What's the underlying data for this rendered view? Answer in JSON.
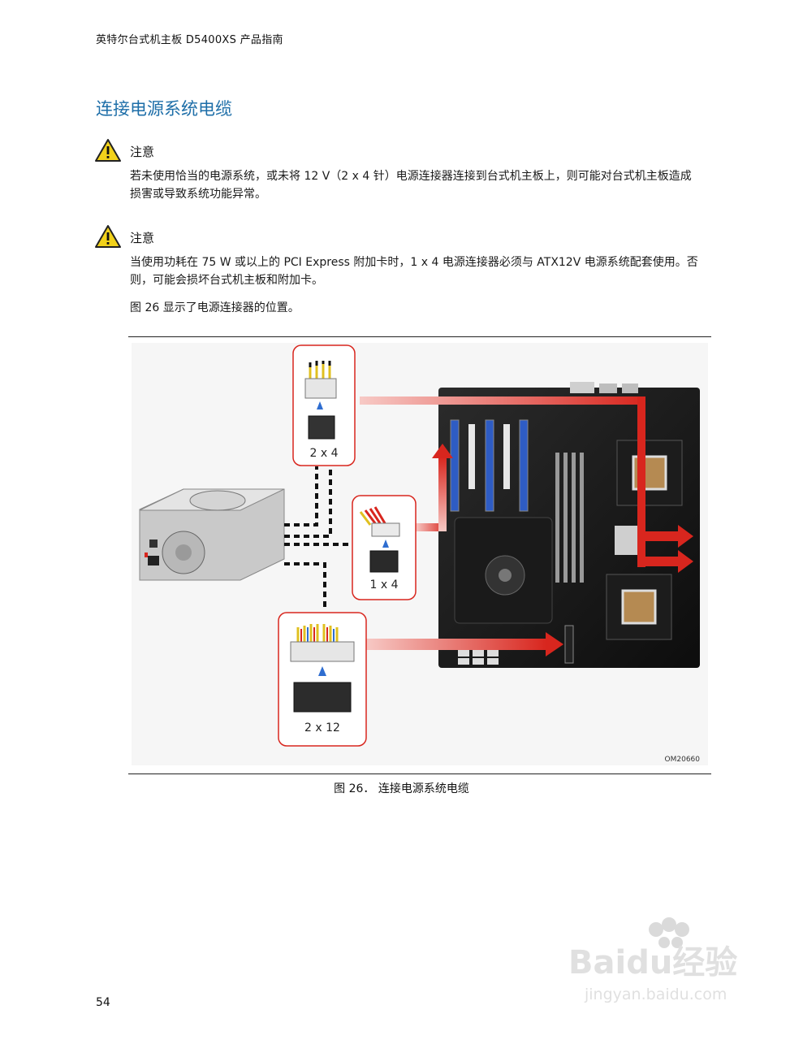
{
  "header": {
    "running_title": "英特尔台式机主板 D5400XS 产品指南"
  },
  "section": {
    "title": "连接电源系统电缆"
  },
  "cautions": [
    {
      "label": "注意",
      "text": "若未使用恰当的电源系统，或未将 12 V（2 x 4 针）电源连接器连接到台式机主板上，则可能对台式机主板造成损害或导致系统功能异常。"
    },
    {
      "label": "注意",
      "text": "当使用功耗在 75 W 或以上的 PCI Express 附加卡时，1 x 4 电源连接器必须与 ATX12V 电源系统配套使用。否则，可能会损坏台式机主板和附加卡。"
    }
  ],
  "intro": {
    "text": "图 26 显示了电源连接器的位置。"
  },
  "figure": {
    "connector_labels": [
      "2 x 4",
      "1 x 4",
      "2 x 12"
    ],
    "code": "OM20660",
    "caption": "图 26． 连接电源系统电缆"
  },
  "watermark": {
    "brand": "Baidu经验",
    "url": "jingyan.baidu.com"
  },
  "colors": {
    "accent_blue": "#1d6ea8",
    "arrow_red": "#d8261e",
    "caution_yellow": "#f2d21b"
  },
  "footer": {
    "page_number": "54"
  }
}
